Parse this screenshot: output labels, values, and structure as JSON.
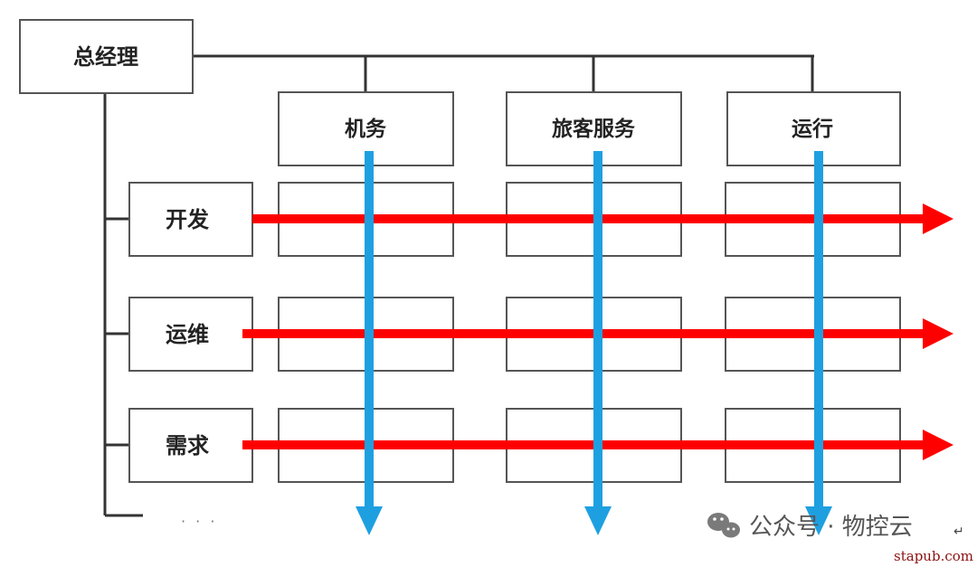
{
  "diagram": {
    "root": {
      "label": "总经理"
    },
    "departments": [
      {
        "label": "机务"
      },
      {
        "label": "旅客服务"
      },
      {
        "label": "运行"
      }
    ],
    "functions": [
      {
        "label": "开发"
      },
      {
        "label": "运维"
      },
      {
        "label": "需求"
      }
    ],
    "continuation": "· · ·"
  },
  "watermark": {
    "label": "公众号 · 物控云",
    "icon": "wechat-icon",
    "return_glyph": "↵"
  },
  "site_credit": "stapub.com",
  "colors": {
    "line": "#333333",
    "box_border": "#555555",
    "red_arrow": "#ff0000",
    "blue_arrow": "#1ea0e0"
  }
}
